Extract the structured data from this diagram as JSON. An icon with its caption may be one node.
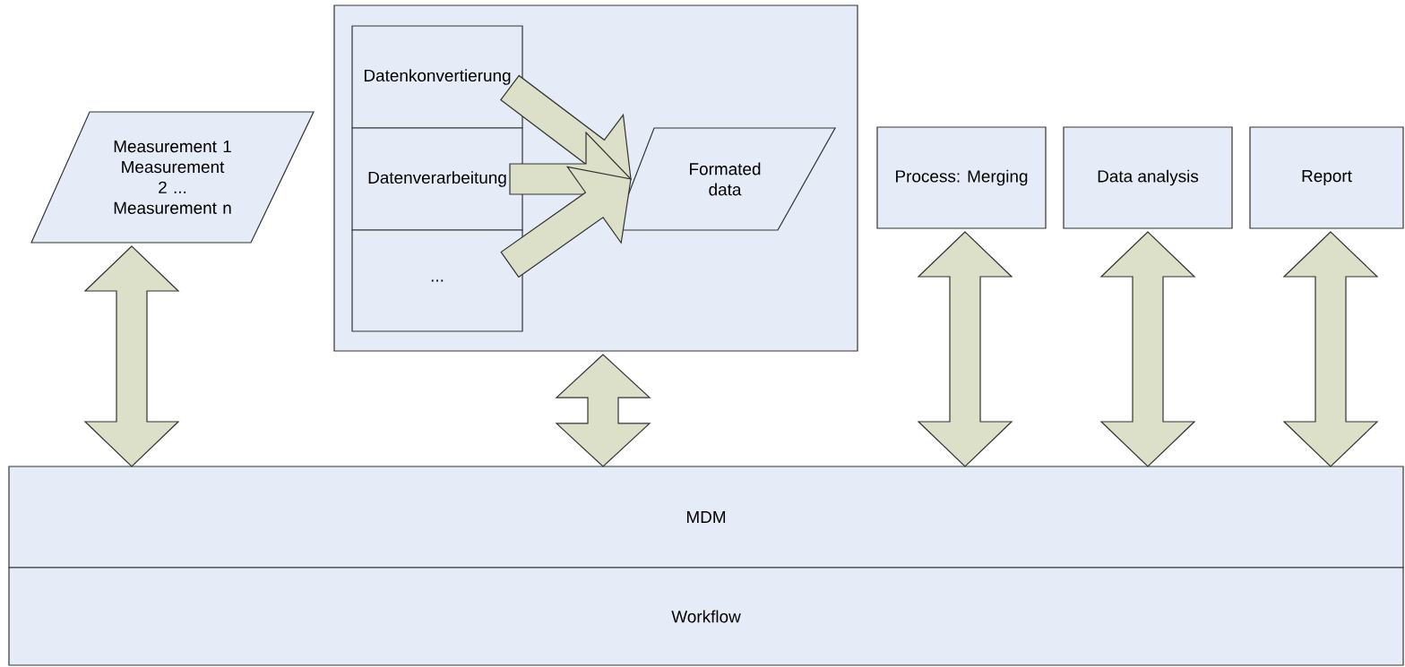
{
  "diagram": {
    "nodes": [
      {
        "text": [
          "Measurement 1 Measurement 2 ... Measurement n"
        ]
      },
      {
        "text": [],
        "shape": "box"
      },
      {
        "text": [
          "Datenkonvertierung"
        ],
        "in": 1
      },
      {
        "text": [
          "Datenverarbeitung"
        ],
        "in": 1
      },
      {
        "text": [
          "..."
        ],
        "in": 1
      },
      {
        "text": [
          "Formated data"
        ],
        "in": 1
      },
      {
        "text": [
          "Process: Merging"
        ]
      },
      {
        "text": [
          "Data analysis"
        ]
      },
      {
        "text": [
          "Report"
        ]
      },
      {
        "text": [
          "MDM"
        ]
      },
      {
        "text": [
          "Workflow"
        ]
      }
    ],
    "edges": [
      {
        "from": 0,
        "to": 9,
        "arrow": "both"
      },
      {
        "from": 1,
        "to": 9,
        "arrow": "both"
      },
      {
        "from": 6,
        "to": 9,
        "arrow": "both"
      },
      {
        "from": 7,
        "to": 9,
        "arrow": "both"
      },
      {
        "from": 8,
        "to": 9,
        "arrow": "both"
      },
      {
        "from": 2,
        "to": 5,
        "arrow": "to"
      },
      {
        "from": 3,
        "to": 5,
        "arrow": "to"
      },
      {
        "from": 4,
        "to": 5,
        "arrow": "to"
      }
    ]
  }
}
